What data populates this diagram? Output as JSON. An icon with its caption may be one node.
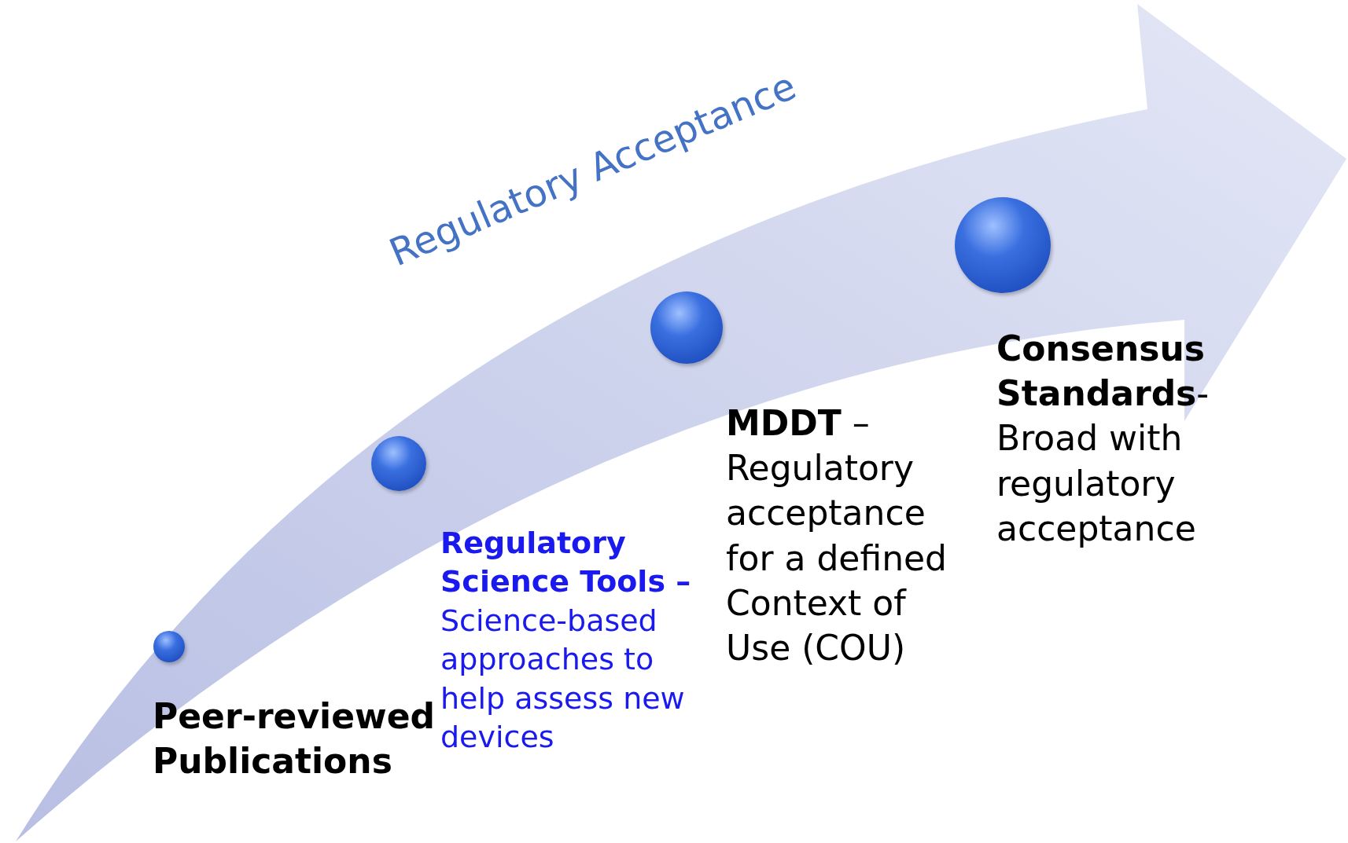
{
  "diagram": {
    "nodes": [
      {
        "text": [
          "Regulatory Acceptance"
        ]
      },
      {
        "text": [
          "Peer-reviewed Publications"
        ],
        "in": 0
      },
      {
        "text": [
          "**Regulatory Science Tools –** Science-based approaches to help assess new devices"
        ],
        "in": 0
      },
      {
        "text": [
          "**MDDT** – Regulatory acceptance for a defined Context of Use (COU)"
        ],
        "in": 0
      },
      {
        "text": [
          "**Consensus Standards**- Broad with regulatory acceptance"
        ],
        "in": 0
      }
    ],
    "edges": []
  }
}
